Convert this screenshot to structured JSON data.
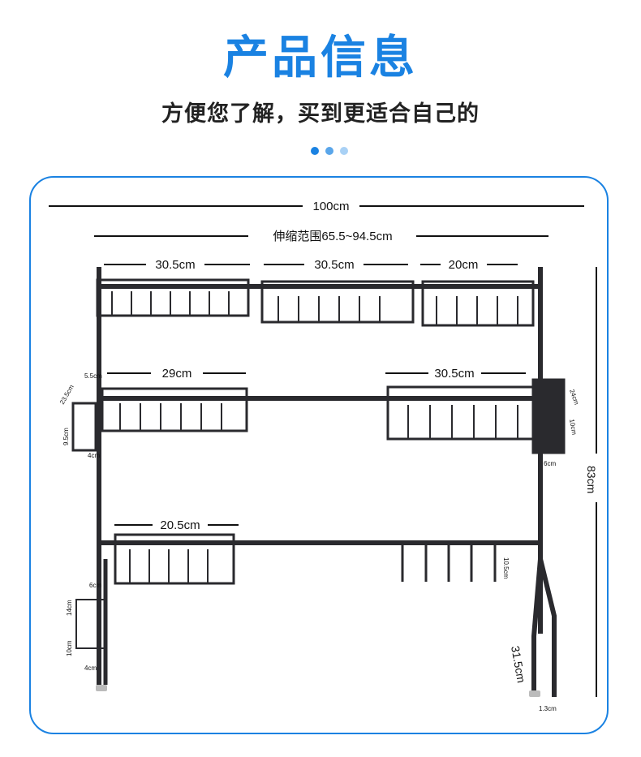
{
  "header": {
    "title": "产品信息",
    "subtitle": "方便您了解，买到更适合自己的"
  },
  "colors": {
    "accent": "#1a82e2",
    "dot_light": "#8fc3f2",
    "frame_rack": "#2a2a2e"
  },
  "pagination_dots": 3,
  "dimensions": {
    "total_width": "100cm",
    "telescopic_range": "伸缩范围65.5~94.5cm",
    "top_basket_1": "30.5cm",
    "top_basket_2": "30.5cm",
    "top_basket_3": "20cm",
    "mid_basket_left": "29cm",
    "mid_basket_right": "30.5cm",
    "low_basket": "20.5cm",
    "total_height": "83cm",
    "leg_width": "31.5cm",
    "hook_height": "10.5cm",
    "cup_width": "24cm",
    "cup_height": "10cm",
    "cup_depth": "6cm",
    "knife_top": "5.5cm",
    "knife_slant": "23.5cm",
    "knife_height": "9.5cm",
    "knife_base": "4cm",
    "board_width": "6cm",
    "board_height": "14cm",
    "board_height2": "10cm",
    "board_base": "4cm",
    "foot": "1.3cm"
  }
}
